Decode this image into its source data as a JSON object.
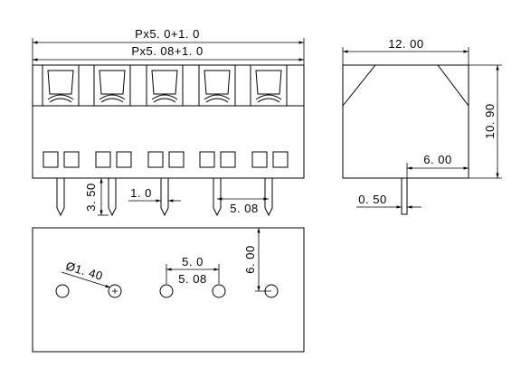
{
  "front_view": {
    "overall_pitch_label": "Px5. 0+1. 0",
    "overall_pitch_label_2": "Px5. 08+1. 0",
    "pin_length_label": "3. 50",
    "pin_width_label": "1. 0",
    "pin_pitch_label": "5. 08",
    "positions": 5
  },
  "side_view": {
    "width_label": "12. 00",
    "height_label": "10. 90",
    "pin_offset_label": "6. 00",
    "pin_thickness_label": "0. 50"
  },
  "bottom_view": {
    "hole_diameter_label": "Ø1. 40",
    "hole_pitch_label": "5. 0",
    "hole_pitch_label_2": "5. 08",
    "hole_offset_label": "6. 00"
  }
}
